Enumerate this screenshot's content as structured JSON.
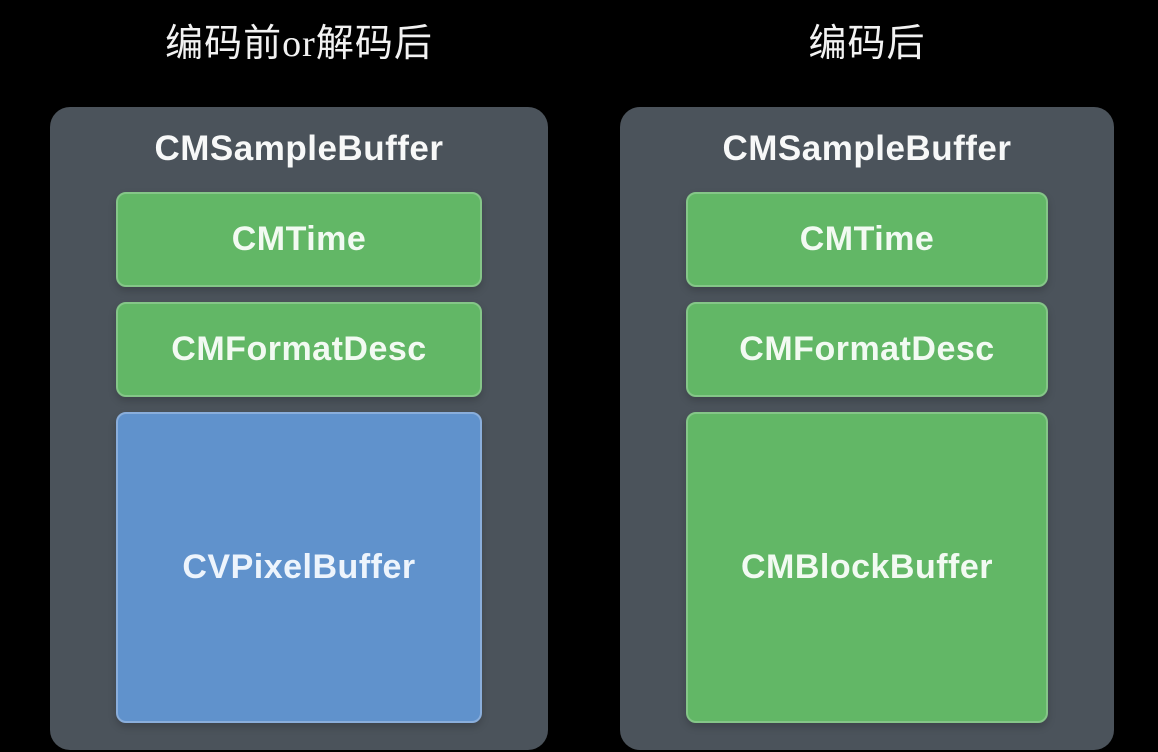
{
  "diagram": {
    "background_color": "#000000",
    "panel_color": "#4b535b",
    "green_color": "#62b766",
    "green_border_color": "#85c688",
    "blue_color": "#6092cc",
    "blue_border_color": "#8aaedb",
    "panels": [
      {
        "caption": "编码前or解码后",
        "title": "CMSampleBuffer",
        "boxes": [
          {
            "label": "CMTime",
            "type": "green",
            "size": "small"
          },
          {
            "label": "CMFormatDesc",
            "type": "green",
            "size": "small"
          },
          {
            "label": "CVPixelBuffer",
            "type": "blue",
            "size": "large"
          }
        ]
      },
      {
        "caption": "编码后",
        "title": "CMSampleBuffer",
        "boxes": [
          {
            "label": "CMTime",
            "type": "green",
            "size": "small"
          },
          {
            "label": "CMFormatDesc",
            "type": "green",
            "size": "small"
          },
          {
            "label": "CMBlockBuffer",
            "type": "green",
            "size": "large"
          }
        ]
      }
    ]
  }
}
